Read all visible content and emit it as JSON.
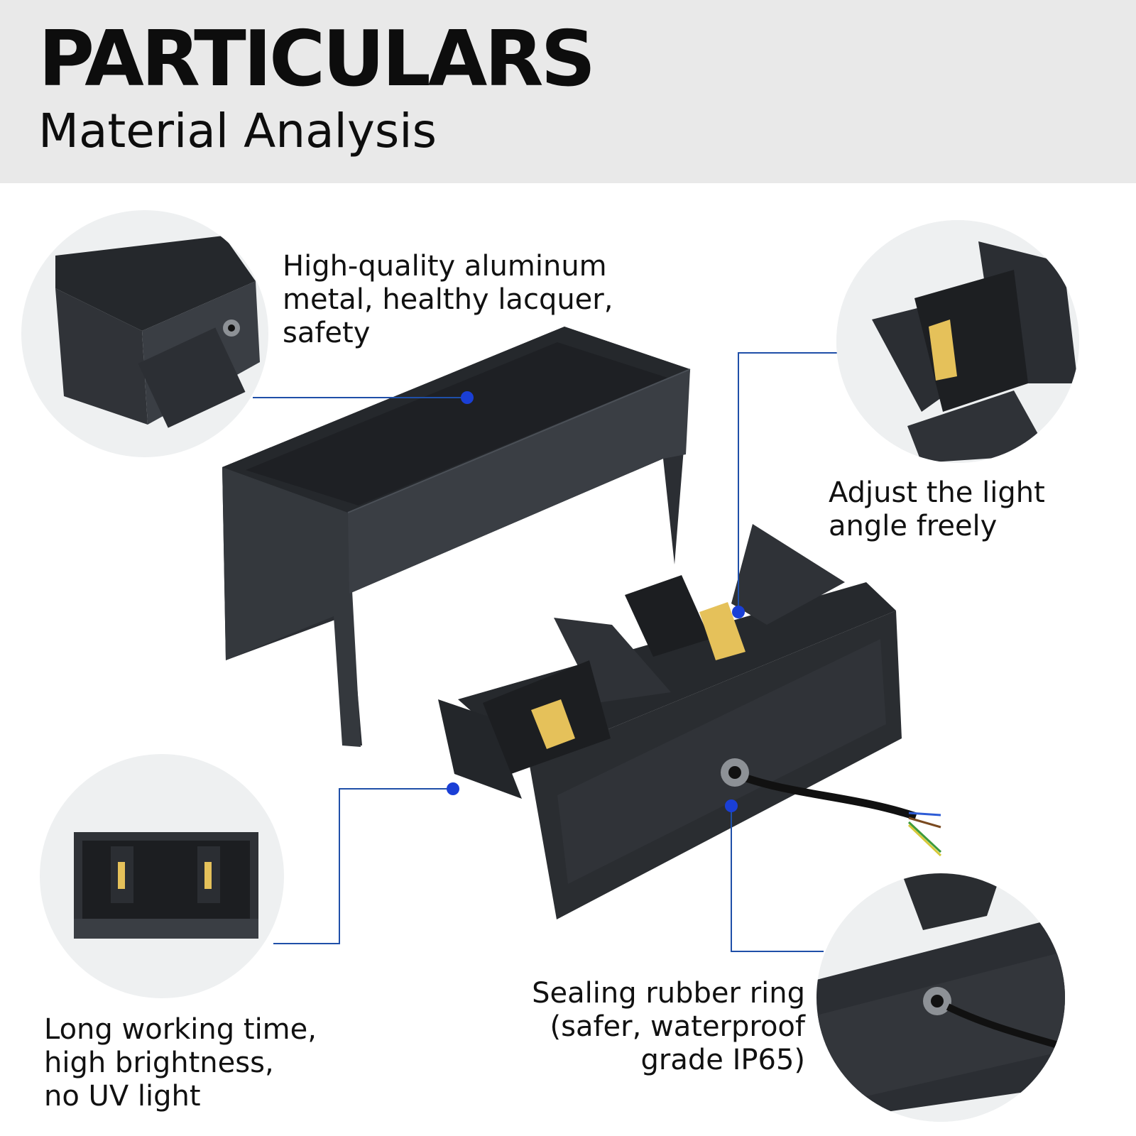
{
  "header": {
    "title": "PARTICULARS",
    "subtitle": "Material Analysis"
  },
  "features": {
    "aluminum": {
      "lines": [
        "High-quality aluminum",
        "metal, healthy lacquer,",
        "safety"
      ]
    },
    "angle": {
      "lines": [
        "Adjust the light",
        "angle freely"
      ]
    },
    "working": {
      "lines": [
        "Long working time,",
        "high brightness,",
        "no UV light"
      ]
    },
    "sealing": {
      "lines": [
        "Sealing rubber ring",
        "(safer, waterproof",
        "grade IP65)"
      ]
    }
  },
  "colors": {
    "header_bg": "#e9e9e9",
    "product_dark": "#2a2d31",
    "callout_line": "#1f4fa8",
    "callout_dot": "#1a3fd6",
    "led_warm": "#e9b84a"
  }
}
